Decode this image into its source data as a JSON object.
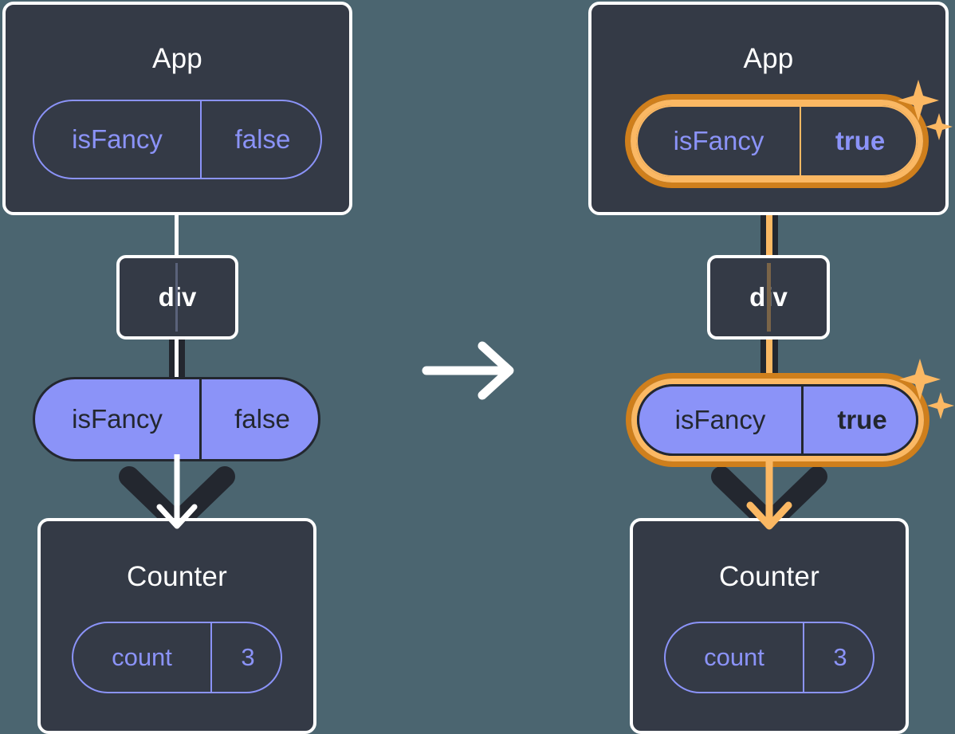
{
  "meta": {
    "background_color": "#4b6570",
    "box_fill": "#343a46",
    "box_border": "#ffffff",
    "pill_purple": "#8b93f8",
    "pill_dark_stroke": "#23272f",
    "highlight_outer": "#cf7f1c",
    "highlight_inner": "#fbb863",
    "arrow_dark": "#23272f",
    "arrow_white": "#ffffff",
    "arrow_orange": "#fbb863"
  },
  "transition": {
    "icon": "arrow-right-icon",
    "label": "→"
  },
  "before": {
    "app": {
      "title": "App",
      "state": {
        "key": "isFancy",
        "value": "false",
        "highlighted": false,
        "style": "outline"
      }
    },
    "div": {
      "label": "div"
    },
    "props": {
      "key": "isFancy",
      "value": "false",
      "highlighted": false,
      "style": "filled"
    },
    "counter": {
      "title": "Counter",
      "state": {
        "key": "count",
        "value": "3",
        "highlighted": false,
        "style": "outline"
      }
    },
    "sparkles": false
  },
  "after": {
    "app": {
      "title": "App",
      "state": {
        "key": "isFancy",
        "value": "true",
        "highlighted": true,
        "style": "outline"
      }
    },
    "div": {
      "label": "div"
    },
    "props": {
      "key": "isFancy",
      "value": "true",
      "highlighted": true,
      "style": "filled"
    },
    "counter": {
      "title": "Counter",
      "state": {
        "key": "count",
        "value": "3",
        "highlighted": false,
        "style": "outline"
      }
    },
    "sparkles": true,
    "sparkle_icon": "sparkle-icon"
  }
}
